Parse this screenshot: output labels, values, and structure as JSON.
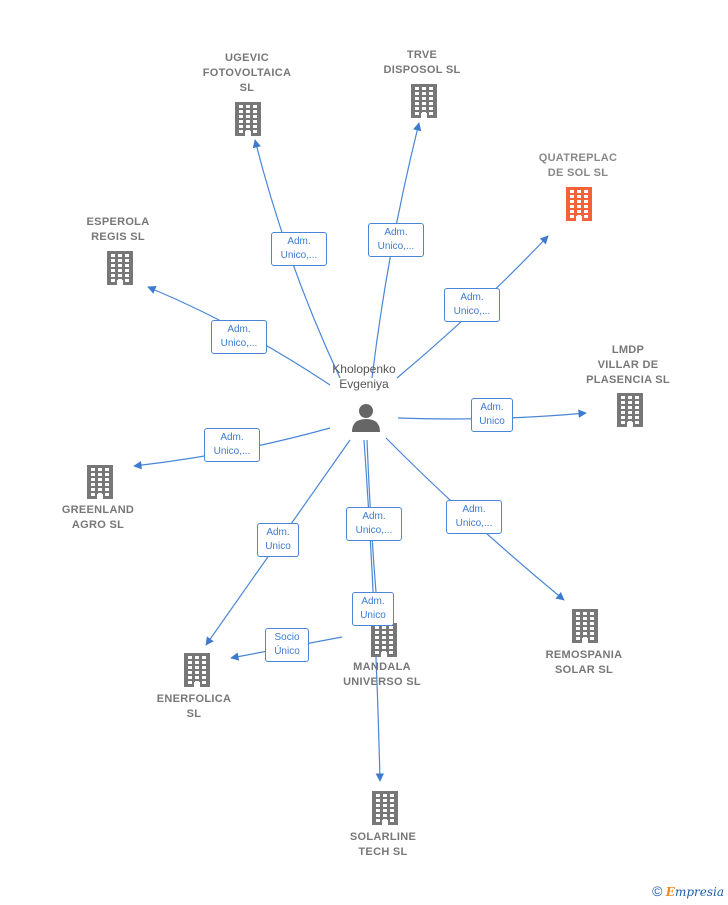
{
  "center": {
    "name": "Kholopenko\nEvgeniya",
    "icon": "person-icon"
  },
  "companies": [
    {
      "id": "ugevic",
      "name": "UGEVIC\nFOTOVOLTAICA\nSL",
      "icon": "building-icon",
      "color": "#777777"
    },
    {
      "id": "trve",
      "name": "TRVE\nDISPOSOL  SL",
      "icon": "building-icon",
      "color": "#777777"
    },
    {
      "id": "quatreplac",
      "name": "QUATREPLAC\nDE SOL  SL",
      "icon": "building-icon",
      "color": "#f4623a"
    },
    {
      "id": "esperola",
      "name": "ESPEROLA\nREGIS  SL",
      "icon": "building-icon",
      "color": "#777777"
    },
    {
      "id": "lmdp",
      "name": "LMDP\nVILLAR DE\nPLASENCIA  SL",
      "icon": "building-icon",
      "color": "#777777"
    },
    {
      "id": "greenland",
      "name": "GREENLAND\nAGRO  SL",
      "icon": "building-icon",
      "color": "#777777"
    },
    {
      "id": "remospania",
      "name": "REMOSPANIA\nSOLAR  SL",
      "icon": "building-icon",
      "color": "#777777"
    },
    {
      "id": "mandala",
      "name": "MANDALA\nUNIVERSO  SL",
      "icon": "building-icon",
      "color": "#777777"
    },
    {
      "id": "enerfolica",
      "name": "ENERFOLICA\nSL",
      "icon": "building-icon",
      "color": "#777777"
    },
    {
      "id": "solarline",
      "name": "SOLARLINE\nTECH  SL",
      "icon": "building-icon",
      "color": "#777777"
    }
  ],
  "edges": [
    {
      "to": "ugevic",
      "label": "Adm.\nUnico,..."
    },
    {
      "to": "trve",
      "label": "Adm.\nUnico,..."
    },
    {
      "to": "quatreplac",
      "label": "Adm.\nUnico,..."
    },
    {
      "to": "esperola",
      "label": "Adm.\nUnico,..."
    },
    {
      "to": "lmdp",
      "label": "Adm.\nUnico"
    },
    {
      "to": "greenland",
      "label": "Adm.\nUnico,..."
    },
    {
      "to": "remospania",
      "label": "Adm.\nUnico,..."
    },
    {
      "to": "mandala",
      "label": "Adm.\nUnico,..."
    },
    {
      "to": "enerfolica",
      "label": "Adm.\nUnico"
    },
    {
      "to": "solarline",
      "label": "Adm.\nUnico"
    },
    {
      "from": "mandala",
      "to": "enerfolica",
      "label": "Socio\nÚnico"
    }
  ],
  "footer": {
    "copyright": "©",
    "brand_e": "E",
    "brand_rest": "mpresia"
  },
  "colors": {
    "edge": "#4a86d6",
    "node": "#777777",
    "highlight": "#f4623a"
  }
}
